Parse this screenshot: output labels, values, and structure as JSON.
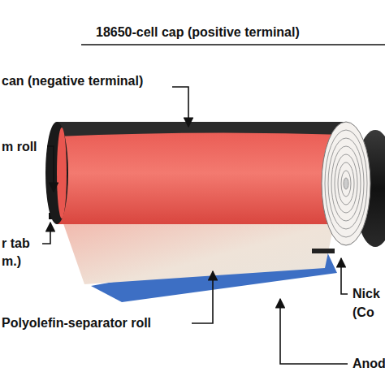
{
  "diagram": {
    "labels": [
      "18650-cell cap (positive terminal)",
      "can (negative terminal)",
      "m roll",
      "r tab",
      "m.)",
      "Polyolefin-separator roll",
      "Nick",
      "(Co",
      "Anod"
    ]
  }
}
